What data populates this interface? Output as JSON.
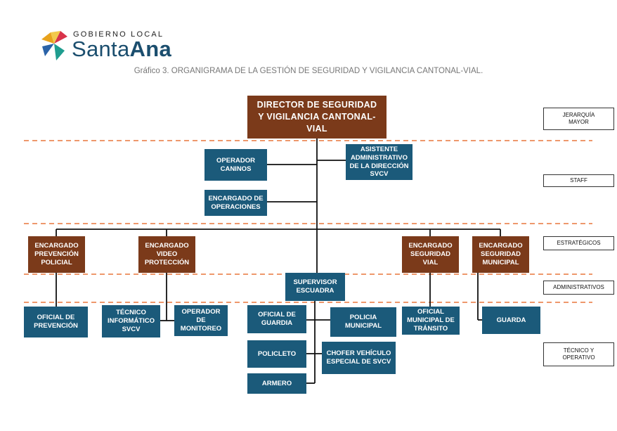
{
  "header": {
    "logo_top": "GOBIERNO LOCAL",
    "logo_name_regular": "Santa",
    "logo_name_bold": "Ana",
    "caption": "Gráfico 3.  ORGANIGRAMA DE LA GESTIÓN DE SEGURIDAD Y VIGILANCIA CANTONAL-VIAL."
  },
  "org": {
    "director": "DIRECTOR DE SEGURIDAD\nY VIGILANCIA CANTONAL-\nVIAL",
    "operador_caninos": "OPERADOR\nCANINOS",
    "asistente": "ASISTENTE\nADMINISTRATIVO\nDE LA DIRECCIÓN\nSVCV",
    "encargado_operaciones": "ENCARGADO DE\nOPERACIONES",
    "encargado_prevencion": "ENCARGADO\nPREVENCIÓN\nPOLICIAL",
    "encargado_video": "ENCARGADO\nVIDEO\nPROTECCIÓN",
    "encargado_seguridad_vial": "ENCARGADO\nSEGURIDAD\nVIAL",
    "encargado_seguridad_municipal": "ENCARGADO\nSEGURIDAD\nMUNICIPAL",
    "supervisor": "SUPERVISOR\nESCUADRA",
    "oficial_prevencion": "OFICIAL DE\nPREVENCIÓN",
    "tecnico_informatico": "TÉCNICO\nINFORMÁTICO\nSVCV",
    "operador_monitoreo": "OPERADOR DE\nMONITOREO",
    "oficial_guardia": "OFICIAL DE\nGUARDIA",
    "policia_municipal": "POLICIA\nMUNICIPAL",
    "policleto": "POLICLETO",
    "chofer": "CHOFER VEHÍCULO\nESPECIAL DE SVCV",
    "armero": "ARMERO",
    "oficial_transito": "OFICIAL\nMUNICIPAL DE\nTRÁNSITO",
    "guarda": "GUARDA"
  },
  "levels": {
    "jerarquia": "JERARQUÍA\nMAYOR",
    "staff": "STAFF",
    "estrategicos": "ESTRATÉGICOS",
    "administrativos": "ADMINISTRATIVOS",
    "tecnico": "TÉCNICO Y\nOPERATIVO"
  },
  "colors": {
    "brown": "#7b3a1a",
    "blue": "#1b5a7a",
    "divider": "#e8773c",
    "logo_text": "#1b4e6e"
  }
}
